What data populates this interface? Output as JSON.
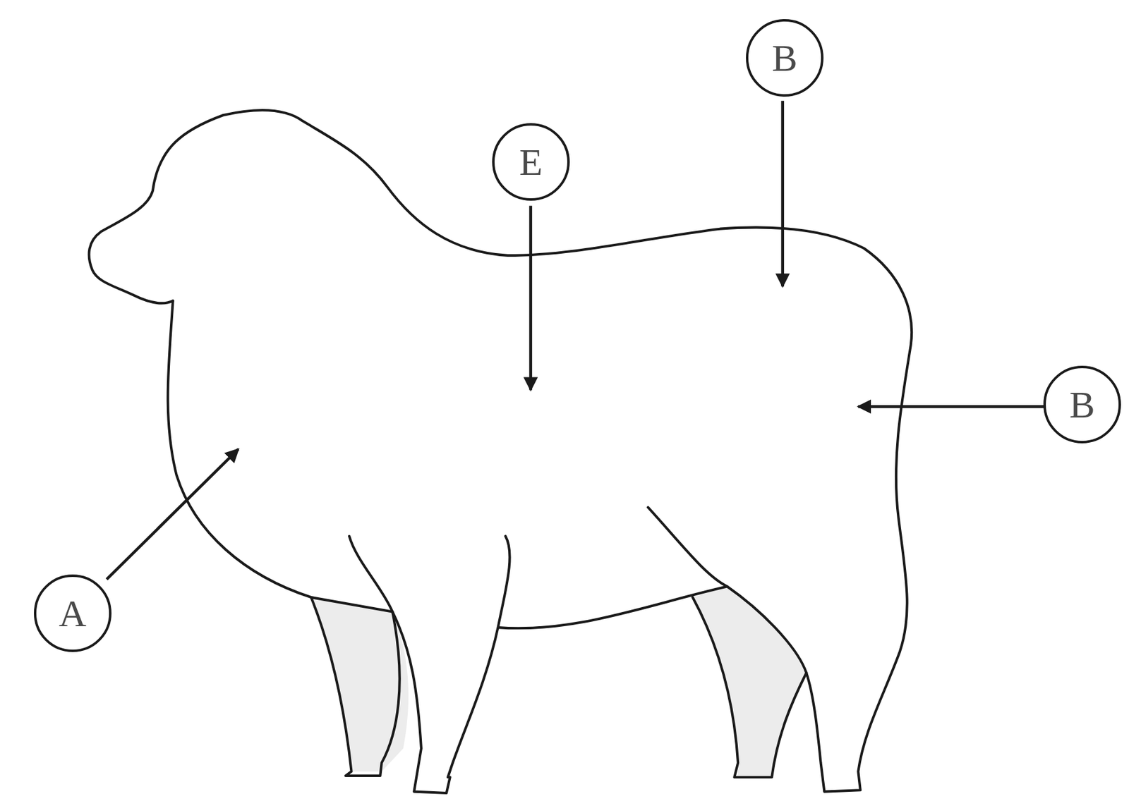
{
  "diagram": {
    "nodes": [
      {
        "text": [
          "B"
        ]
      },
      {
        "text": [
          "E"
        ]
      },
      {
        "text": [
          "B"
        ]
      },
      {
        "text": [
          "A"
        ]
      }
    ]
  }
}
